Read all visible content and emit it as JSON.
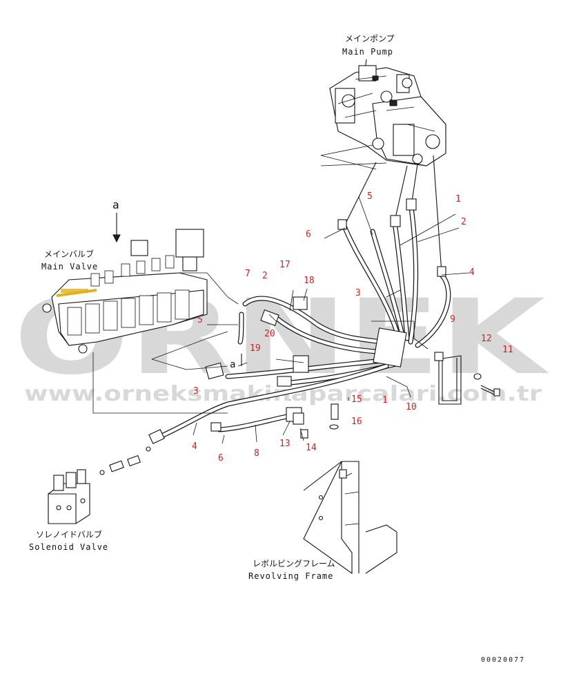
{
  "labels": {
    "main_pump_jp": "メインポンプ",
    "main_pump_en": "Main Pump",
    "main_valve_jp": "メインバルブ",
    "main_valve_en": "Main Valve",
    "solenoid_jp": "ソレノイドバルブ",
    "solenoid_en": "Solenoid Valve",
    "frame_jp": "レボルビングフレーム",
    "frame_en": "Revolving Frame",
    "view_a": "a",
    "view_a2": "a",
    "doc_number": "00020077"
  },
  "callouts": [
    "1",
    "2",
    "4",
    "5",
    "6",
    "3",
    "7",
    "2",
    "17",
    "18",
    "5",
    "20",
    "19",
    "3",
    "9",
    "12",
    "11",
    "1",
    "10",
    "15",
    "16",
    "4",
    "6",
    "8",
    "13",
    "14"
  ],
  "watermark": {
    "brand": "ORNEK",
    "url": "www.orneksmakinaparcalari.com.tr",
    "color": "#b9b9b9"
  },
  "colors": {
    "callout": "#cc2222",
    "ink": "#111111"
  }
}
